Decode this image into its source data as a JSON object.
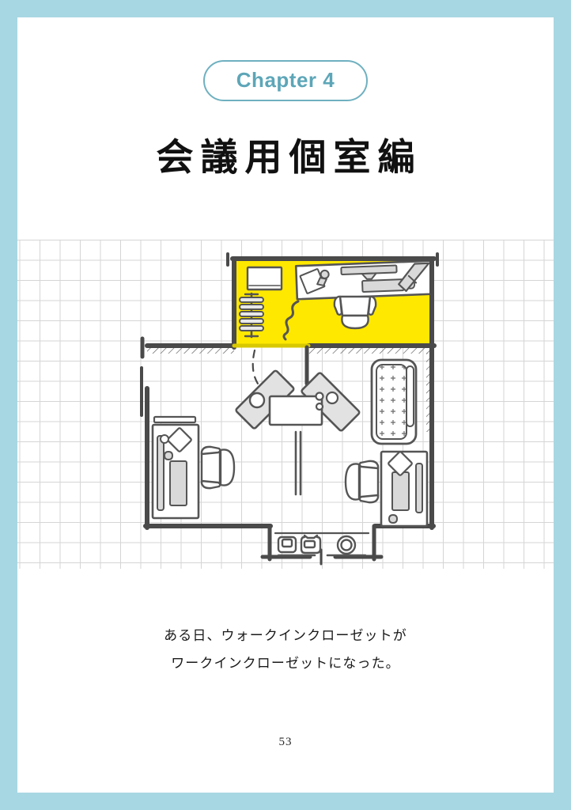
{
  "page": {
    "border_color": "#a7d7e2",
    "background_color": "#ffffff",
    "number": "53"
  },
  "chapter": {
    "badge_label": "Chapter 4",
    "badge_color": "#5da6b8",
    "badge_border_color": "#6fb0c0",
    "title": "会議用個室編"
  },
  "caption": {
    "line1": "ある日、ウォークインクローゼットが",
    "line2": "ワークインクローゼットになった。"
  },
  "floorplan": {
    "grid_color": "#d5d5d5",
    "wall_color": "#4a4a4a",
    "furniture_stroke": "#555555",
    "furniture_fill": "#ffffff",
    "furniture_shade": "#d9d9d9",
    "highlight_room_color": "#ffe800",
    "rooms": [
      {
        "name": "meeting-room",
        "highlighted": true
      },
      {
        "name": "main-room",
        "highlighted": false
      }
    ],
    "items": [
      "whiteboard",
      "shelving-rack",
      "long-desk",
      "monitor",
      "keyboard",
      "office-chair",
      "cable",
      "v-shaped-counter",
      "sink",
      "stove-burners",
      "sofa",
      "desk-left",
      "chair-left",
      "desk-right",
      "chair-right",
      "appliance-a",
      "appliance-b",
      "round-fixture",
      "door-swing"
    ]
  }
}
